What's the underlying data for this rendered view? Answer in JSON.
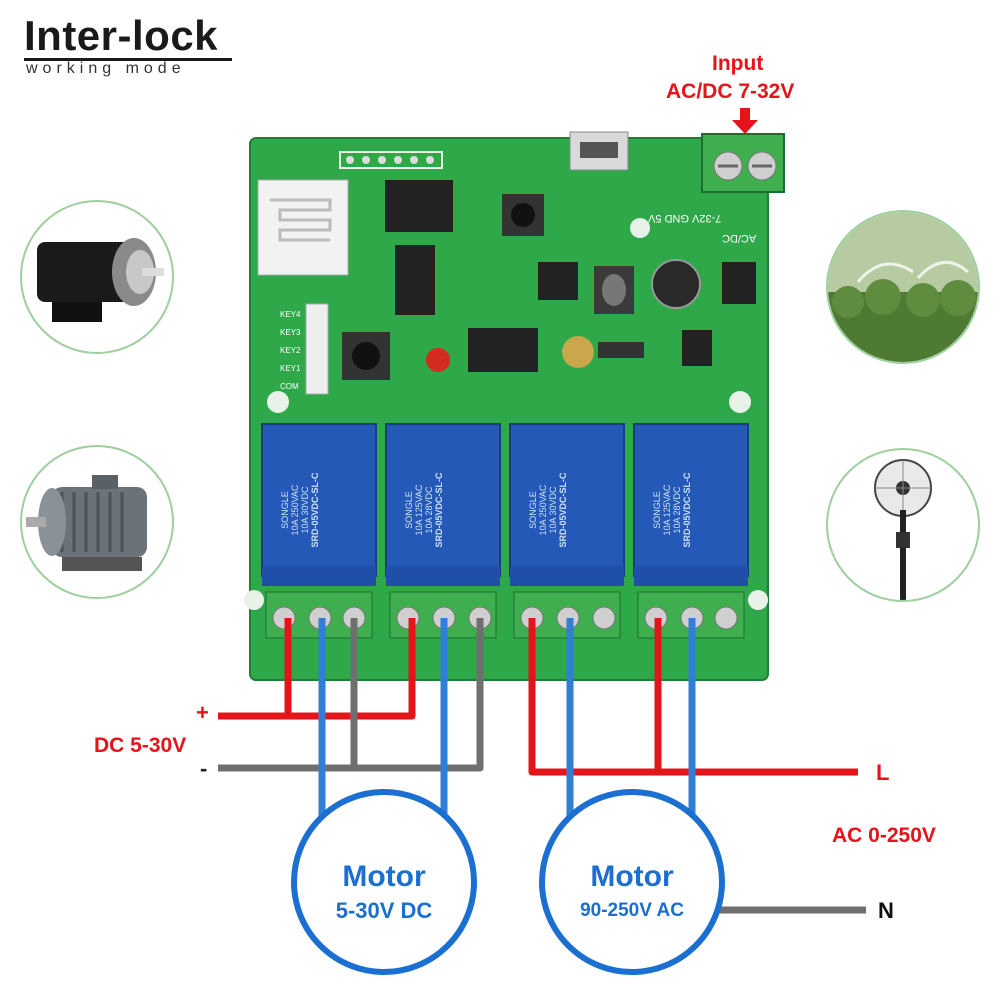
{
  "header": {
    "title": "Inter-lock",
    "subtitle": "working mode"
  },
  "input": {
    "line1": "Input",
    "line2": "AC/DC 7-32V"
  },
  "board": {
    "key_labels": [
      "KEY4",
      "KEY3",
      "KEY2",
      "KEY1",
      "COM"
    ],
    "silk_power": [
      "7-32V",
      "GND",
      "5V"
    ],
    "silk_acdc": "AC/DC",
    "relay_model": "SRD-05VDC-SL-C",
    "relay_brand": "SONGLE",
    "relay_ratings": [
      "10A 250VAC",
      "10A 125VAC",
      "10A 30VDC",
      "10A 28VDC"
    ]
  },
  "dc_supply": {
    "plus": "+",
    "label": "DC 5-30V",
    "minus": "-"
  },
  "ac_supply": {
    "live": "L",
    "label": "AC 0-250V",
    "neutral": "N"
  },
  "motors": [
    {
      "line1": "Motor",
      "line2": "5-30V DC"
    },
    {
      "line1": "Motor",
      "line2": "90-250V AC"
    }
  ],
  "photos": [
    "dc-motor",
    "ac-motor",
    "sprinkler",
    "standing-fan"
  ],
  "colors": {
    "accent_red": "#e5141a",
    "wire_blue": "#2f7fd8",
    "wire_gray": "#6f6f6f",
    "motor_blue": "#1a6fd0",
    "pcb_green": "#2fa84a",
    "relay_blue": "#2459b8"
  }
}
